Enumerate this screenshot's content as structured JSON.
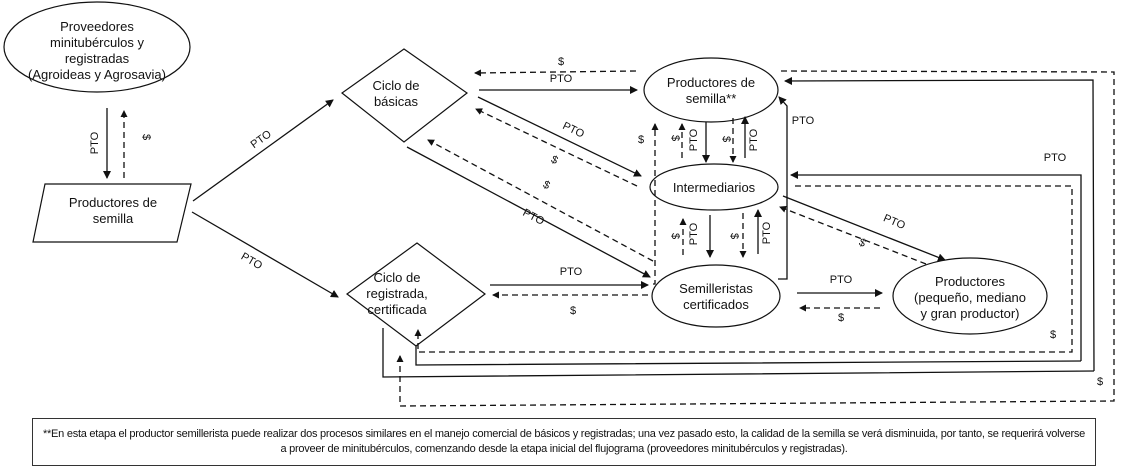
{
  "nodes": {
    "proveedores": {
      "lines": [
        "Proveedores",
        "minitubérculos y",
        "registradas",
        "(Agroideas y Agrosavia)"
      ],
      "shape": "ellipse"
    },
    "productores_semilla_left": {
      "lines": [
        "Productores de",
        "semilla"
      ],
      "shape": "parallelogram"
    },
    "ciclo_basicas": {
      "lines": [
        "Ciclo de",
        "básicas"
      ],
      "shape": "diamond"
    },
    "ciclo_registrada": {
      "lines": [
        "Ciclo de",
        "registrada,",
        "certificada"
      ],
      "shape": "diamond"
    },
    "productores_semilla_top": {
      "lines": [
        "Productores de",
        "semilla**"
      ],
      "shape": "ellipse"
    },
    "intermediarios": {
      "lines": [
        "Intermediarios"
      ],
      "shape": "ellipse"
    },
    "semilleristas": {
      "lines": [
        "Semilleristas",
        "certificados"
      ],
      "shape": "ellipse"
    },
    "productores_final": {
      "lines": [
        "Productores",
        "(pequeño, mediano",
        "y gran productor)"
      ],
      "shape": "ellipse"
    }
  },
  "labels": {
    "product": "PTO",
    "money": "$"
  },
  "footnote": "**En esta etapa el productor semillerista puede realizar dos procesos similares en el manejo comercial de básicos y registradas; una vez pasado esto, la calidad de la semilla se verá disminuida, por tanto, se requerirá volverse a proveer de minitubérculos, comenzando desde la etapa inicial del flujograma (proveedores minitubérculos y registradas)."
}
